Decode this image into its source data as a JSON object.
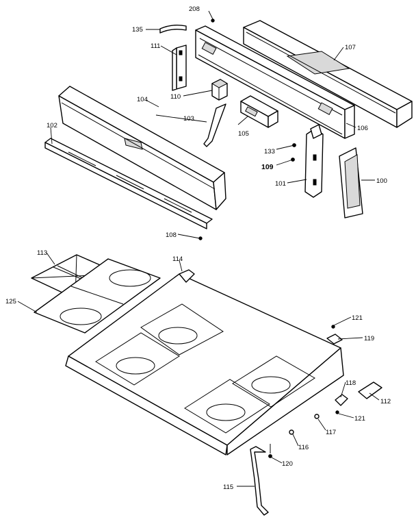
{
  "diagram": {
    "labels": {
      "p100": "100",
      "p101": "101",
      "p102": "102",
      "p103": "103",
      "p104": "104",
      "p105": "105",
      "p106": "106",
      "p107": "107",
      "p108": "108",
      "p109": "109",
      "p110": "110",
      "p111": "111",
      "p112": "112",
      "p113": "113",
      "p114": "114",
      "p115": "115",
      "p116": "116",
      "p117": "117",
      "p118": "118",
      "p119": "119",
      "p120": "120",
      "p121a": "121",
      "p121b": "121",
      "p125": "125",
      "p133": "133",
      "p135": "135",
      "p208": "208"
    }
  }
}
